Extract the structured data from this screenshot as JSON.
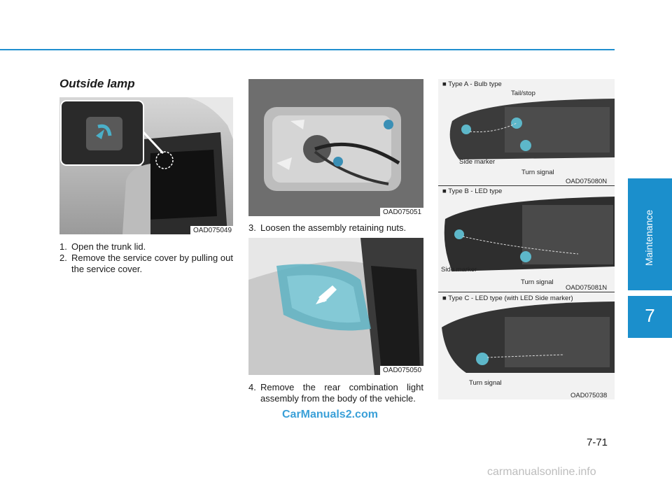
{
  "header": {
    "rule_color": "#1f8fcf"
  },
  "section": {
    "title": "Outside lamp"
  },
  "sidebar": {
    "chapter_word": "Maintenance",
    "chapter_number": "7",
    "accent": "#1b8fcc"
  },
  "figures": {
    "trunk": {
      "code": "OAD075049"
    },
    "nuts": {
      "code": "OAD075051"
    },
    "lamp_removal": {
      "code": "OAD075050"
    },
    "type_a": {
      "heading": "■ Type A - Bulb type",
      "tail_stop": "Tail/stop",
      "side_marker": "Side marker",
      "turn_signal": "Turn signal",
      "code": "OAD075080N"
    },
    "type_b": {
      "heading": "■ Type B - LED type",
      "side_marker": "Side marker",
      "turn_signal": "Turn signal",
      "code": "OAD075081N"
    },
    "type_c": {
      "heading": "■ Type C - LED type (with LED Side marker)",
      "turn_signal": "Turn signal",
      "code": "OAD075038"
    }
  },
  "steps": [
    {
      "num": "1.",
      "text": "Open the trunk lid."
    },
    {
      "num": "2.",
      "text": "Remove the service cover by pulling out the service cover."
    },
    {
      "num": "3.",
      "text": "Loosen the assembly retaining nuts."
    },
    {
      "num": "4.",
      "text": "Remove the rear combination light assembly from the body of the vehicle."
    }
  ],
  "footer": {
    "page_number": "7-71"
  },
  "watermarks": {
    "top": "CarManuals2.com",
    "bottom": "carmanualsonline.info"
  }
}
